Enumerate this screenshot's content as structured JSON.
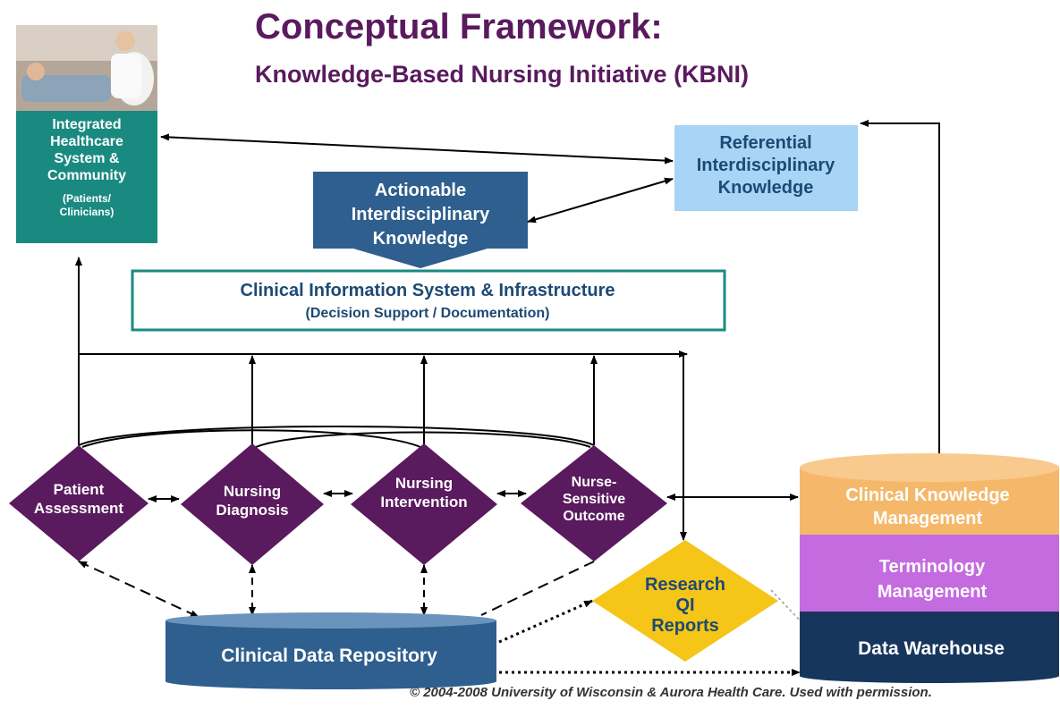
{
  "title": "Conceptual Framework:",
  "subtitle": "Knowledge-Based Nursing Initiative (KBNI)",
  "nodes": {
    "integrated": {
      "lines": [
        "Integrated",
        "Healthcare",
        "System  &",
        "Community"
      ],
      "sub_lines": [
        "(Patients/",
        "Clinicians)"
      ]
    },
    "referential": {
      "lines": [
        "Referential",
        "Interdisciplinary",
        "Knowledge"
      ]
    },
    "actionable": {
      "lines": [
        "Actionable",
        "Interdisciplinary",
        "Knowledge"
      ]
    },
    "cis": {
      "title": "Clinical Information System & Infrastructure",
      "subtitle": "(Decision Support / Documentation)"
    },
    "patient_assessment": {
      "lines": [
        "Patient",
        "Assessment"
      ]
    },
    "nursing_diagnosis": {
      "lines": [
        "Nursing",
        "Diagnosis"
      ]
    },
    "nursing_intervention": {
      "lines": [
        "Nursing",
        "Intervention"
      ]
    },
    "nurse_sensitive_outcome": {
      "lines": [
        "Nurse-",
        "Sensitive",
        "Outcome"
      ]
    },
    "research": {
      "lines": [
        "Research",
        "QI",
        "Reports"
      ]
    },
    "clinical_data_repository": {
      "label": "Clinical Data Repository"
    },
    "stack": {
      "clinical_knowledge": [
        "Clinical Knowledge",
        "Management"
      ],
      "terminology": [
        "Terminology",
        "Management"
      ],
      "data_warehouse": [
        "Data Warehouse"
      ]
    }
  },
  "copyright": "© 2004-2008  University of Wisconsin & Aurora Health Care.  Used with permission.",
  "colors": {
    "title": "#5a1a5e",
    "teal": "#1a8a80",
    "purple_diamond": "#5a1a5e",
    "steel_blue": "#2f5f8e",
    "light_blue": "#a8d4f5",
    "gold": "#f5c518",
    "orange": "#f5b86a",
    "violet": "#c46be0",
    "navy": "#17365d"
  }
}
